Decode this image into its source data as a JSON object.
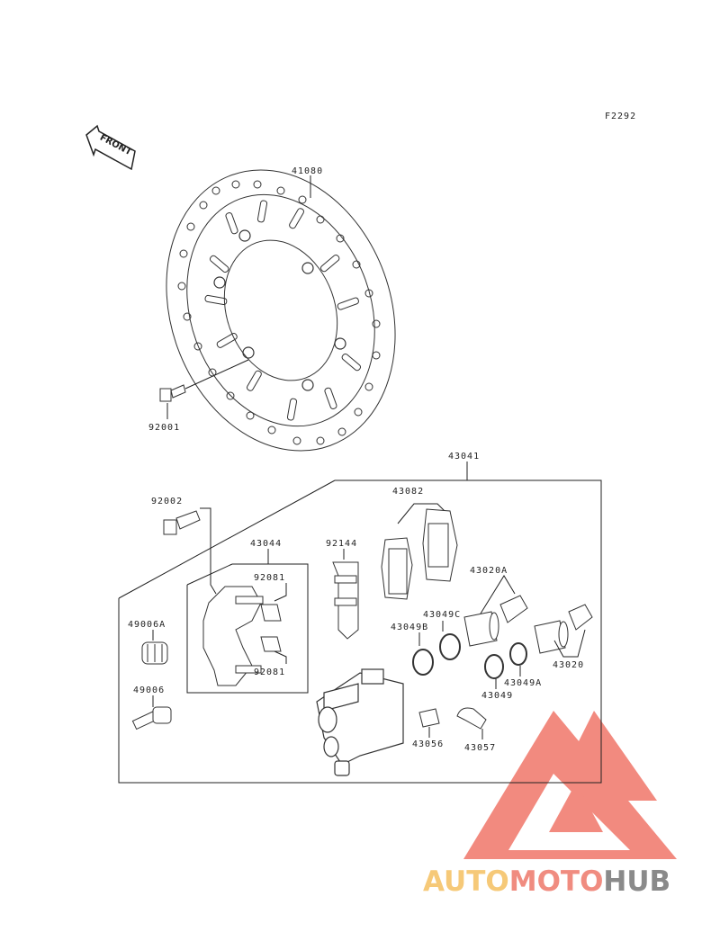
{
  "figure_code": "F2292",
  "front_arrow": "FRONT",
  "parts": {
    "p41080": "41080",
    "p92001": "92001",
    "p43041": "43041",
    "p92002": "92002",
    "p43082": "43082",
    "p43044": "43044",
    "p92144": "92144",
    "p92081a": "92081",
    "p92081b": "92081",
    "p43020A": "43020A",
    "p43049C": "43049C",
    "p43049B": "43049B",
    "p49006A": "49006A",
    "p49006": "49006",
    "p43049": "43049",
    "p43049A": "43049A",
    "p43020": "43020",
    "p43056": "43056",
    "p43057": "43057"
  },
  "watermark": {
    "part1": "AUTO",
    "part2": "MOTO",
    "part3": "HUB",
    "color1": "#f6c978",
    "color2": "#f08c80",
    "color3": "#8a8a8a",
    "logo_color": "#ef6a5c"
  }
}
